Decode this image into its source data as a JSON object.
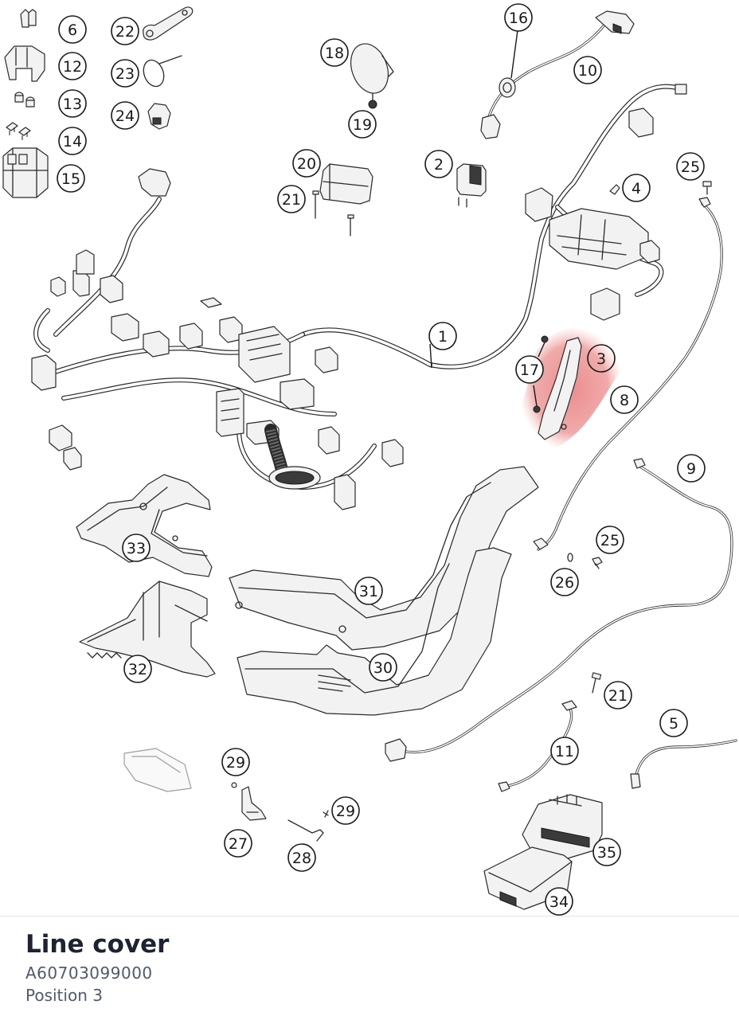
{
  "diagram": {
    "callouts": [
      "1",
      "2",
      "3",
      "4",
      "5",
      "6",
      "8",
      "9",
      "10",
      "11",
      "12",
      "13",
      "14",
      "15",
      "16",
      "17",
      "18",
      "19",
      "20",
      "21",
      "21",
      "22",
      "23",
      "24",
      "25",
      "25",
      "26",
      "27",
      "28",
      "29",
      "29",
      "30",
      "31",
      "32",
      "33",
      "34",
      "35"
    ],
    "highlight_color": "#e8797a"
  },
  "detail": {
    "title": "Line cover",
    "part_number": "A60703099000",
    "position": "Position 3"
  }
}
